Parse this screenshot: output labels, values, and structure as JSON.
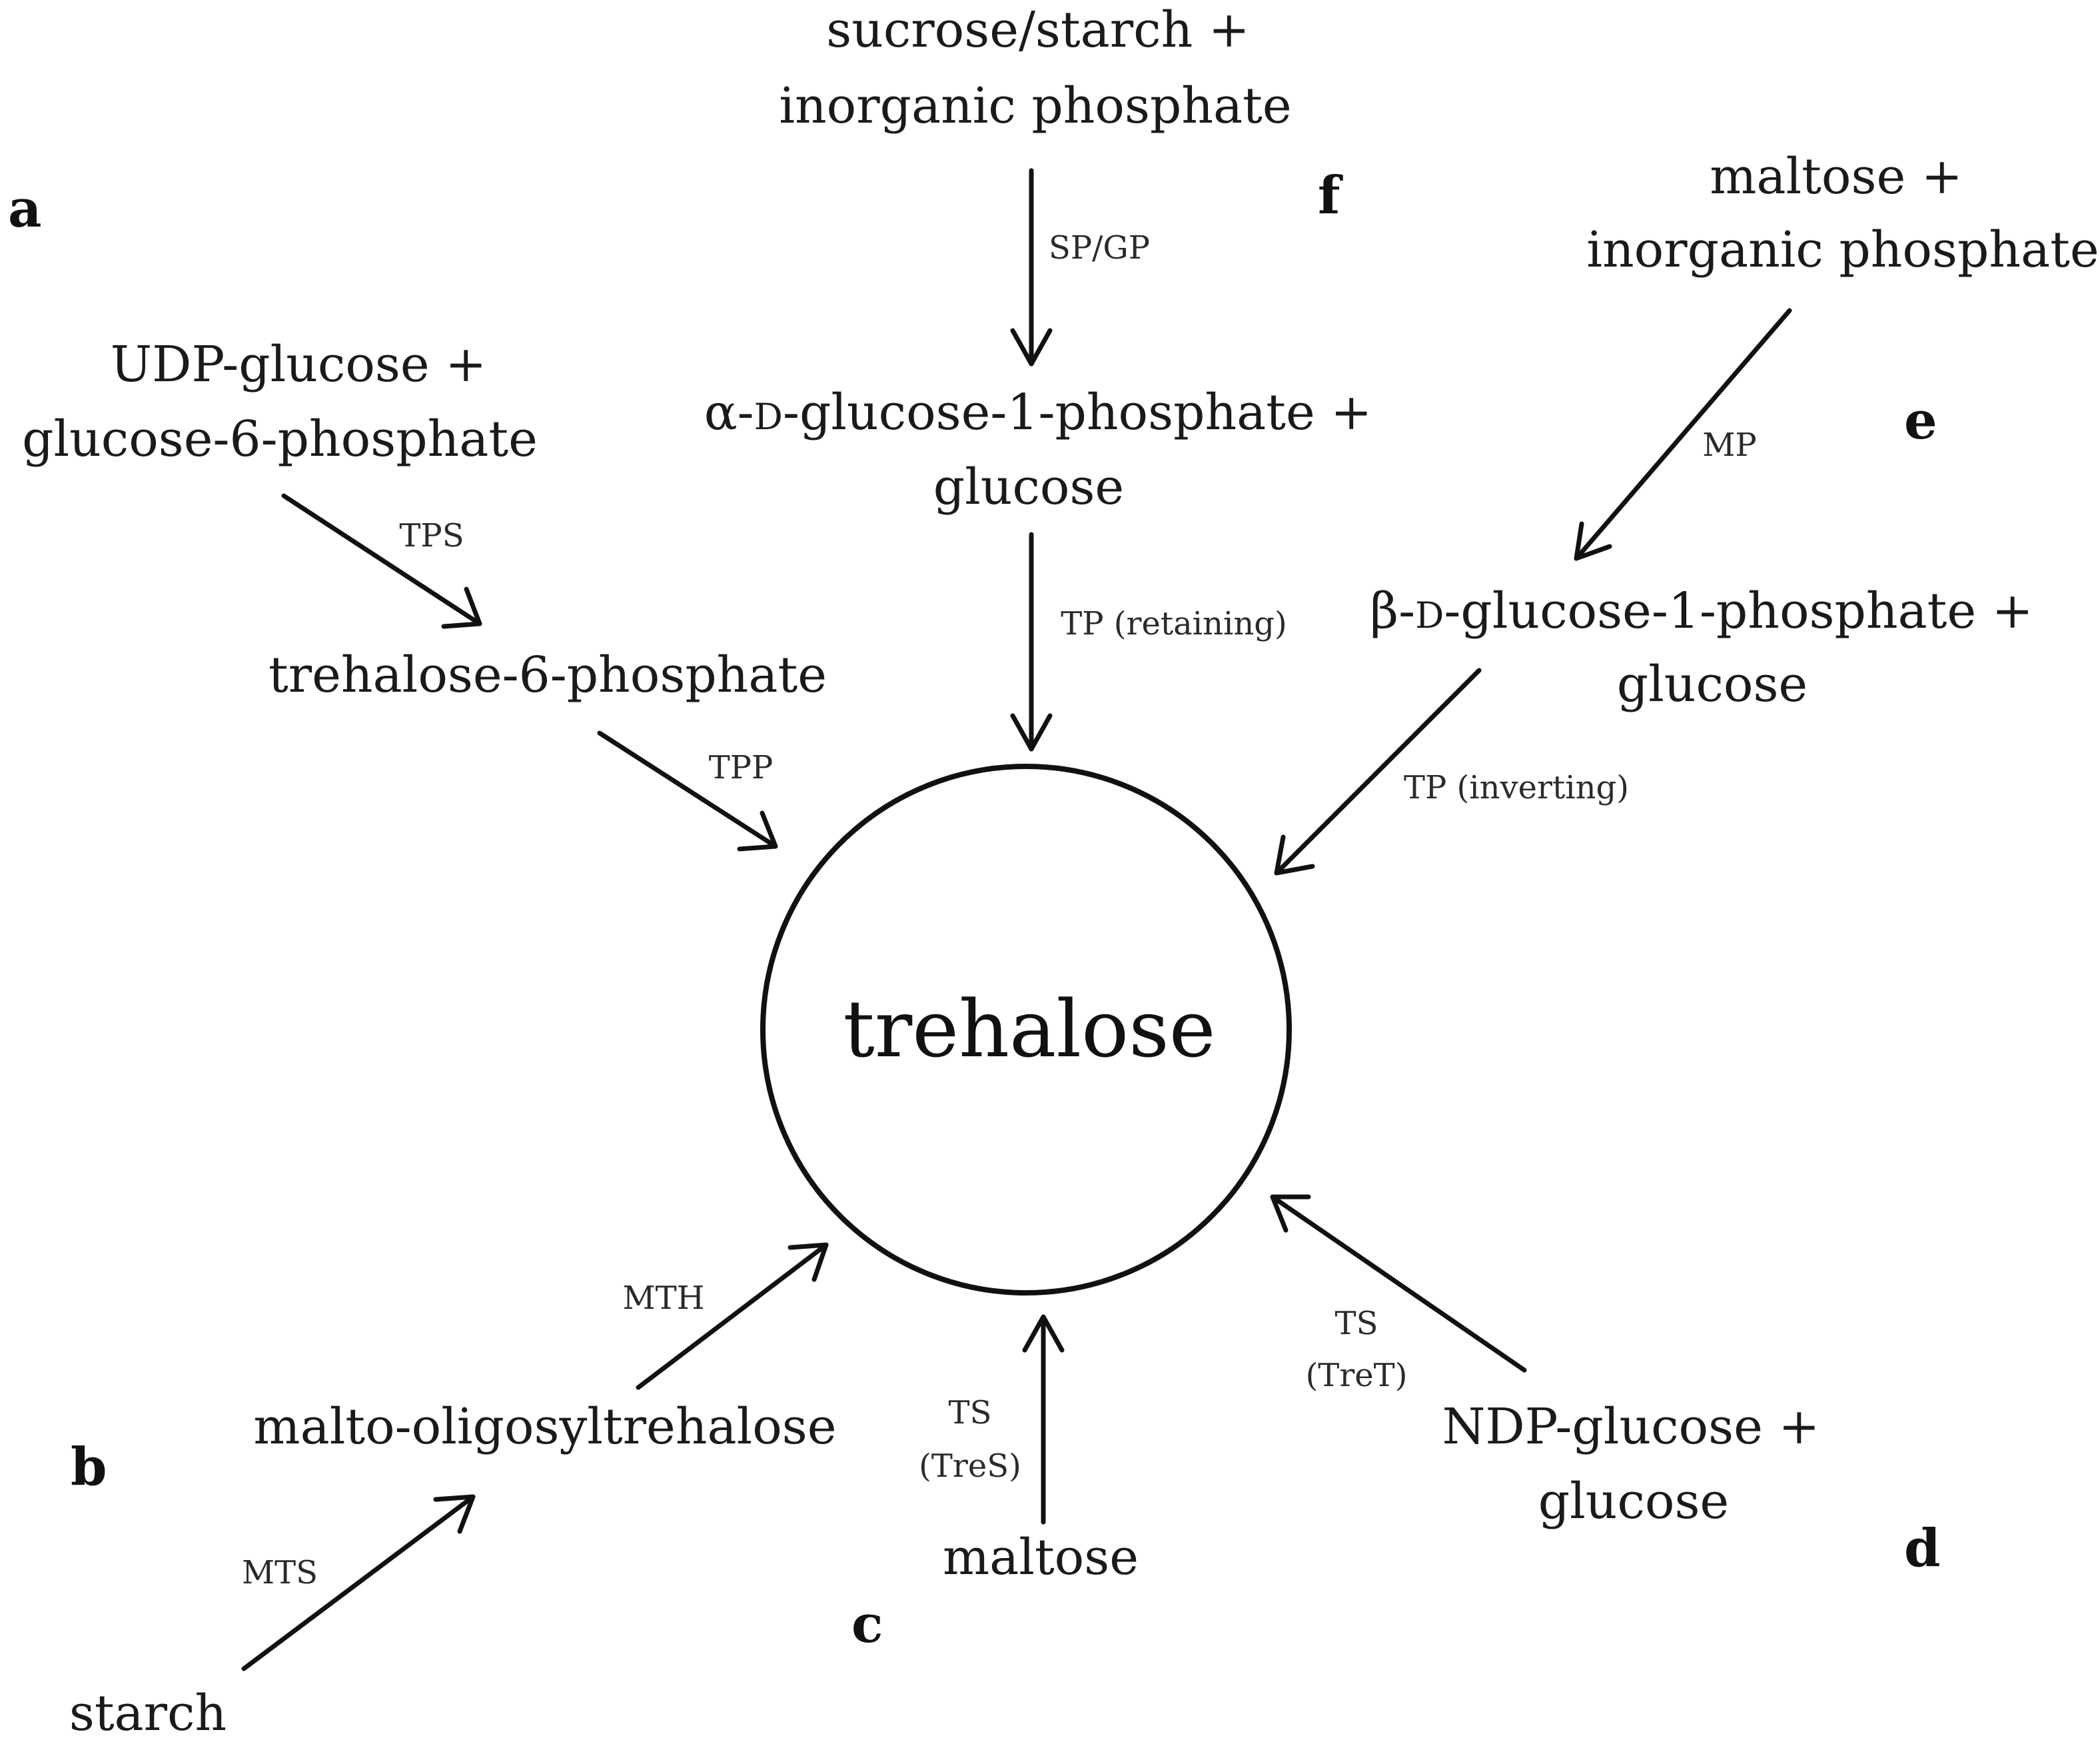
{
  "center": {
    "label": "trehalose"
  },
  "pathways": {
    "a": {
      "letter": "a",
      "substrate_line1": "UDP-glucose +",
      "substrate_line2": "glucose-6-phosphate",
      "enzyme1": "TPS",
      "intermediate": "trehalose-6-phosphate",
      "enzyme2": "TPP"
    },
    "b": {
      "letter": "b",
      "substrate": "starch",
      "enzyme1": "MTS",
      "intermediate": "malto-oligosyltrehalose",
      "enzyme2": "MTH"
    },
    "c": {
      "letter": "c",
      "substrate": "maltose",
      "enzyme_line1": "TS",
      "enzyme_line2": "(TreS)"
    },
    "d": {
      "letter": "d",
      "substrate_line1": "NDP-glucose +",
      "substrate_line2": "glucose",
      "enzyme_line1": "TS",
      "enzyme_line2": "(TreT)"
    },
    "e": {
      "letter": "e",
      "substrate_line1": "maltose +",
      "substrate_line2": "inorganic phosphate",
      "enzyme1": "MP",
      "intermediate_prefix": "β-",
      "intermediate_smallcap": "D",
      "intermediate_rest": "-glucose-1-phosphate +",
      "intermediate_line2": "glucose",
      "enzyme2": "TP (inverting)"
    },
    "f": {
      "letter": "f",
      "substrate_line1": "sucrose/starch +",
      "substrate_line2": "inorganic phosphate",
      "enzyme1": "SP/GP",
      "intermediate_prefix": "α-",
      "intermediate_smallcap": "D",
      "intermediate_rest": "-glucose-1-phosphate +",
      "intermediate_line2": "glucose",
      "enzyme2": "TP (retaining)"
    }
  }
}
